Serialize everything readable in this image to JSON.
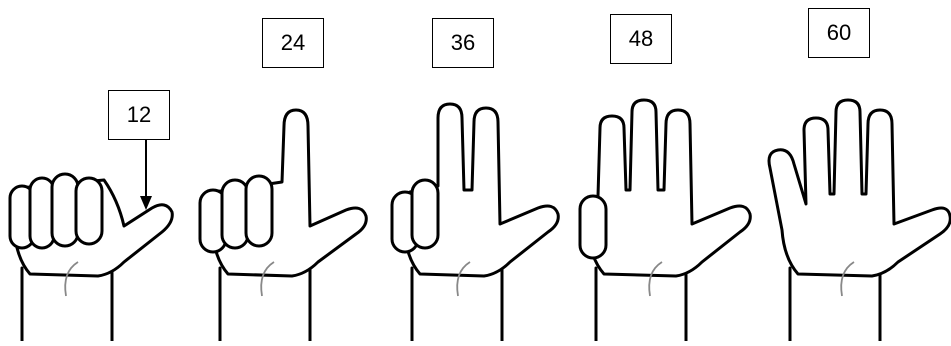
{
  "counts": [
    "12",
    "24",
    "36",
    "48",
    "60"
  ]
}
